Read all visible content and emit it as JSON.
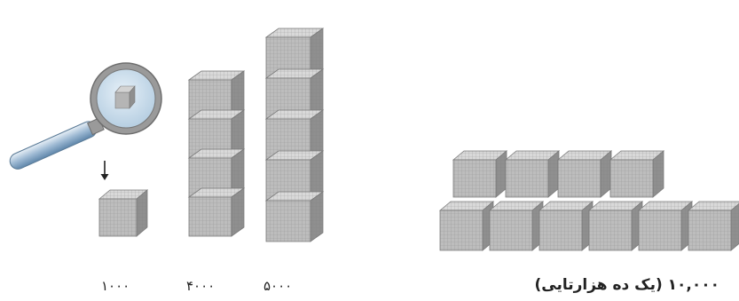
{
  "labels": {
    "stack_1000": "۱۰۰۰",
    "stack_4000": "۴۰۰۰",
    "stack_5000": "۵۰۰۰",
    "ten_thousand": "۱۰,۰۰۰ (یک ده هزارتایی)"
  },
  "counts": {
    "stack_1000_cubes": 1,
    "stack_4000_cubes": 4,
    "stack_5000_cubes": 5,
    "ten_thousand_back_row": 4,
    "ten_thousand_front_row": 6
  },
  "colors": {
    "cube_front": "#bdbdbd",
    "cube_top": "#d9d9d9",
    "cube_side": "#8f8f8f",
    "grid_line": "#7a7a7a",
    "magnifier_rim": "#8e8e8e",
    "magnifier_lens": "#c9dcea",
    "handle": "#7fa3c2"
  },
  "icons": {
    "magnifier": "magnifying-glass-icon",
    "arrow": "down-arrow-icon"
  }
}
